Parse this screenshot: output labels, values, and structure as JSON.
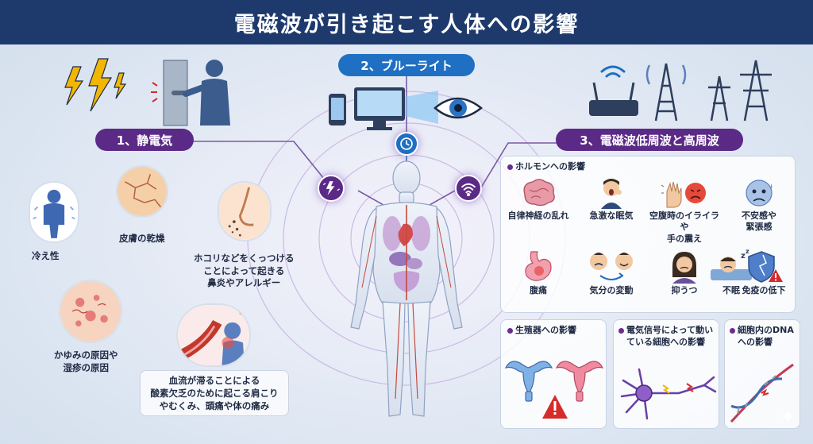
{
  "title": "電磁波が引き起こす人体への影響",
  "sections": {
    "static": {
      "label": "1、静電気"
    },
    "bluelight": {
      "label": "2、ブルーライト"
    },
    "emf": {
      "label": "3、電磁波低周波と高周波"
    }
  },
  "static_effects": {
    "cold": "冷え性",
    "dry_skin": "皮膚の乾燥",
    "dust_allergy": [
      "ホコリなどをくっつける",
      "ことによって起きる",
      "鼻炎やアレルギー"
    ],
    "itch": [
      "かゆみの原因や",
      "湿疹の原因"
    ],
    "blood_flow": [
      "血流が滞ることによる",
      "酸素欠乏のために起こる肩こり",
      "やむくみ、頭痛や体の痛み"
    ]
  },
  "hormone_panel": {
    "title": "ホルモンへの影響",
    "items": [
      {
        "label": [
          "自律神経の乱れ"
        ],
        "icon": "brain-icon"
      },
      {
        "label": [
          "急激な眠気"
        ],
        "icon": "yawning-person-icon"
      },
      {
        "label": [
          "空腹時のイライラや",
          "手の震え"
        ],
        "icon": "shaking-hand-angry-face-icon"
      },
      {
        "label": [
          "不安感や",
          "緊張感"
        ],
        "icon": "anxious-face-icon"
      },
      {
        "label": [
          "腹痛"
        ],
        "icon": "stomach-icon"
      },
      {
        "label": [
          "気分の変動"
        ],
        "icon": "mood-swing-faces-icon"
      },
      {
        "label": [
          "抑うつ"
        ],
        "icon": "depressed-person-icon"
      },
      {
        "label": [
          "不眠"
        ],
        "icon": "insomnia-person-icon"
      },
      {
        "label": [
          "免疫の低下"
        ],
        "icon": "shield-warning-icon"
      }
    ]
  },
  "reproductive_panel": {
    "title": "生殖器への影響"
  },
  "nerve_panel": {
    "title": [
      "電気信号によって動い",
      "ている細胞への影響"
    ]
  },
  "dna_panel": {
    "title": [
      "細胞内のDNA",
      "への影響"
    ]
  },
  "colors": {
    "title_bg": "#1e3a6d",
    "purple_accent": "#5b2a86",
    "blue_accent": "#1f6fc2",
    "warning_red": "#d62b2b"
  }
}
